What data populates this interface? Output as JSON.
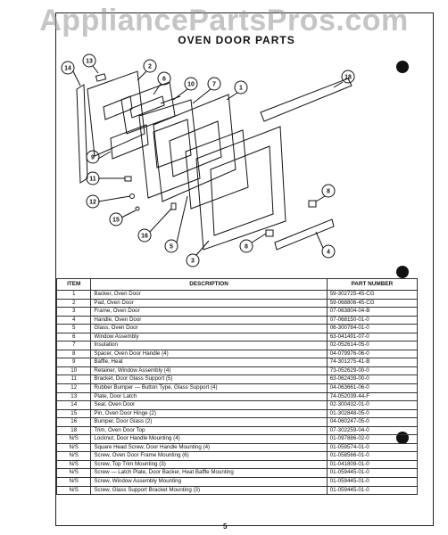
{
  "watermark": "AppliancePartsPros.com",
  "title": "OVEN DOOR PARTS",
  "callouts": [
    "14",
    "13",
    "2",
    "6",
    "10",
    "7",
    "1",
    "18",
    "9",
    "11",
    "12",
    "15",
    "16",
    "5",
    "3",
    "8",
    "8",
    "4"
  ],
  "table": {
    "headers": [
      "ITEM",
      "DESCRIPTION",
      "PART NUMBER"
    ],
    "rows": [
      [
        "1",
        "Backer, Oven Door",
        "59-302725-45-CG"
      ],
      [
        "2",
        "Pad, Oven Door",
        "59-068806-45-CG"
      ],
      [
        "3",
        "Frame, Oven Door",
        "07-063804-04-B"
      ],
      [
        "4",
        "Handle, Oven Door",
        "07-068150-01-0"
      ],
      [
        "5",
        "Glass, Oven Door",
        "06-300784-01-0"
      ],
      [
        "6",
        "Window Assembly",
        "63-041491-07-0"
      ],
      [
        "7",
        "Insulation",
        "02-052614-05-0"
      ],
      [
        "8",
        "Spacer, Oven Door Handle (4)",
        "04-079976-06-0"
      ],
      [
        "9",
        "Baffle, Heat",
        "74-301275-41-B"
      ],
      [
        "10",
        "Retainer, Window Assembly (4)",
        "73-052629-00-0"
      ],
      [
        "11",
        "Bracket, Door Glass Support (5)",
        "63-062439-00-0"
      ],
      [
        "12",
        "Rubber Bumper — Button Type, Glass Support (4)",
        "04-063661-06-0"
      ],
      [
        "13",
        "Plate, Door Latch",
        "74-052039-44-F"
      ],
      [
        "14",
        "Seal, Oven Door",
        "02-300432-01-0"
      ],
      [
        "15",
        "Pin, Oven Door Hinge (2)",
        "01-302848-05-0"
      ],
      [
        "16",
        "Bumper, Door Glass (2)",
        "04-060247-05-0"
      ],
      [
        "18",
        "Trim, Oven Door Top",
        "07-302259-04-0"
      ],
      [
        "N/S",
        "Locknut, Door Handle Mounting (4)",
        "01-097886-02-0"
      ],
      [
        "N/S",
        "Square Head Screw, Door Handle Mounting (4)",
        "01-059574-01-0"
      ],
      [
        "N/S",
        "Screw, Oven Door Frame Mounting (6)",
        "01-058566-01-0"
      ],
      [
        "N/S",
        "Screw, Top Trim Mounting (3)",
        "01-041809-01-0"
      ],
      [
        "N/S",
        "Screw — Latch Plate, Door Backer, Heat Baffle Mounting",
        "01-059445-01-0"
      ],
      [
        "N/S",
        "Screw, Window Assembly Mounting",
        "01-059445-01-0"
      ],
      [
        "N/S",
        "Screw, Glass Support Bracket Mounting (3)",
        "01-059445-01-0"
      ]
    ]
  },
  "page_number": "5"
}
